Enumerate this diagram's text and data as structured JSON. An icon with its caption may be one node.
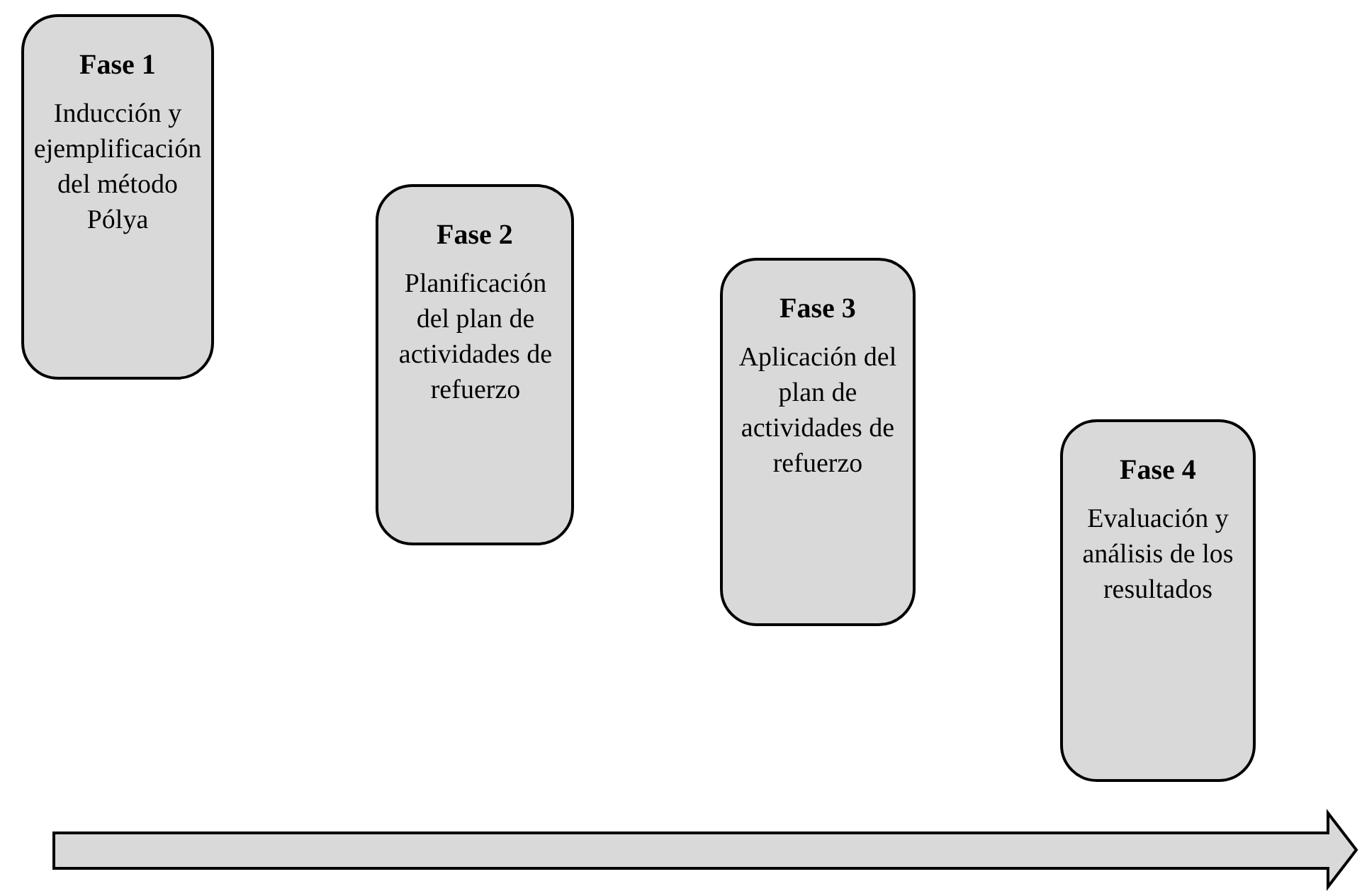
{
  "diagram": {
    "nodes": [
      {
        "text": [
          "Fase 1",
          "Inducción y ejemplificación del método Pólya"
        ]
      },
      {
        "text": [
          "Fase 2",
          "Planificación del plan de actividades de refuerzo"
        ]
      },
      {
        "text": [
          "Fase 3",
          "Aplicación del plan de actividades de refuerzo"
        ]
      },
      {
        "text": [
          "Fase 4",
          "Evaluación y análisis de los resultados"
        ]
      }
    ]
  }
}
